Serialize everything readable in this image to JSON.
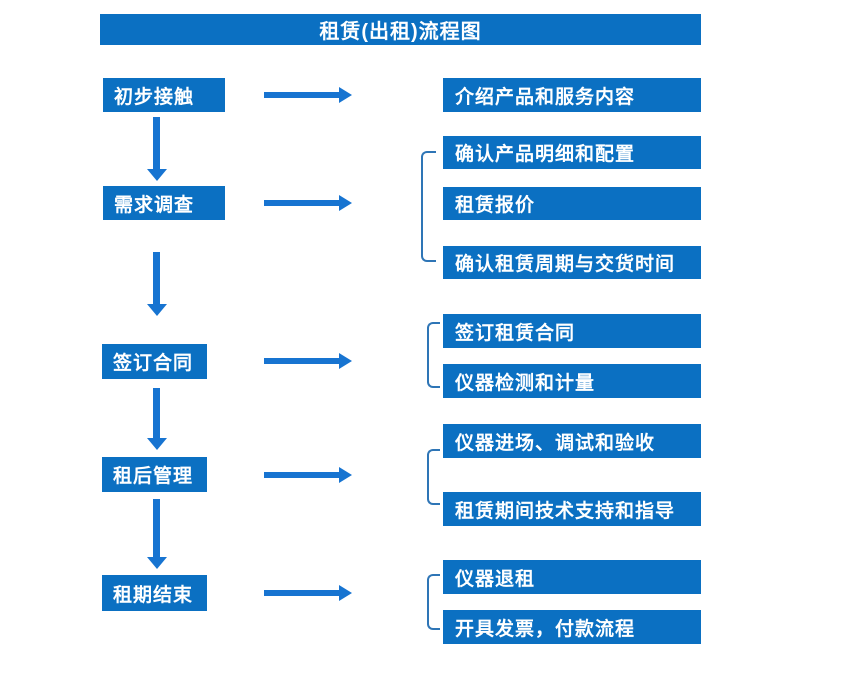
{
  "title": "租赁(出租)流程图",
  "colors": {
    "box_blue": "#0b70c2",
    "arrow_blue": "#1774d1",
    "bracket_blue": "#2e75b6",
    "text_white": "#ffffff",
    "page_background": "#ffffff"
  },
  "steps": [
    {
      "label": "初步接触",
      "details": [
        "介绍产品和服务内容"
      ]
    },
    {
      "label": "需求调查",
      "details": [
        "确认产品明细和配置",
        "租赁报价",
        "确认租赁周期与交货时间"
      ]
    },
    {
      "label": "签订合同",
      "details": [
        "签订租赁合同",
        "仪器检测和计量"
      ]
    },
    {
      "label": "租后管理",
      "details": [
        "仪器进场、调试和验收",
        "租赁期间技术支持和指导"
      ]
    },
    {
      "label": "租期结束",
      "details": [
        "仪器退租",
        "开具发票，付款流程"
      ]
    }
  ]
}
